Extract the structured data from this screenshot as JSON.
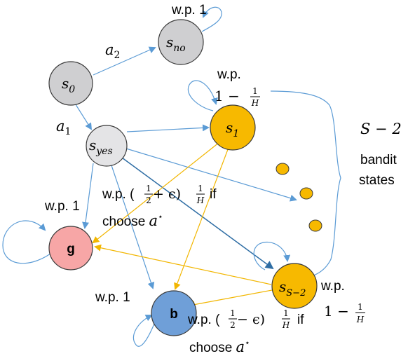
{
  "nodes": {
    "s0": {
      "label": "s",
      "sub": "0",
      "fill": "#cfcfd1"
    },
    "sno": {
      "label": "s",
      "sub": "no",
      "fill": "#cfcfd1"
    },
    "syes": {
      "label": "s",
      "sub": "yes",
      "fill": "#e4e4e6"
    },
    "s1": {
      "label": "s",
      "sub": "1",
      "fill": "#f7b900"
    },
    "sS2": {
      "label": "s",
      "sub": "S−2",
      "fill": "#f7b900"
    },
    "g": {
      "label": "g",
      "fill": "#f7a6a6"
    },
    "b": {
      "label": "b",
      "fill": "#6f9fd8"
    }
  },
  "dots_fill": "#f7b900",
  "edge_colors": {
    "blue": "#5b9bd5",
    "darkblue": "#2e6da4",
    "orange": "#f2b600"
  },
  "labels": {
    "wp1_sno": "w.p. 1",
    "a2": "a",
    "a2_sub": "2",
    "a1": "a",
    "a1_sub": "1",
    "wp_s1": "w.p.",
    "one_minus_s1": "1 −",
    "frac_num_s1": "1",
    "frac_den_s1": "H",
    "bracket_count": "S − 2",
    "bracket_l1": "bandit",
    "bracket_l2": "states",
    "wp1_g": "w.p. 1",
    "plus_prefix": "w.p. (",
    "plus_frac_num": "1",
    "plus_frac_den": "2",
    "plus_mid": " + ϵ)",
    "plus_h_num": "1",
    "plus_h_den": "H",
    "plus_if": "if",
    "plus_choose": "choose ",
    "plus_astar": "a",
    "star": "⋆",
    "wp_sS2": "w.p.",
    "one_minus_sS2": "1 −",
    "frac_num_sS2": "1",
    "frac_den_sS2": "H",
    "wp1_b": "w.p. 1",
    "minus_prefix": "w.p. (",
    "minus_frac_num": "1",
    "minus_frac_den": "2",
    "minus_mid": " − ϵ)",
    "minus_h_num": "1",
    "minus_h_den": "H",
    "minus_if": "if",
    "minus_choose": "choose ",
    "minus_astar": "a"
  }
}
